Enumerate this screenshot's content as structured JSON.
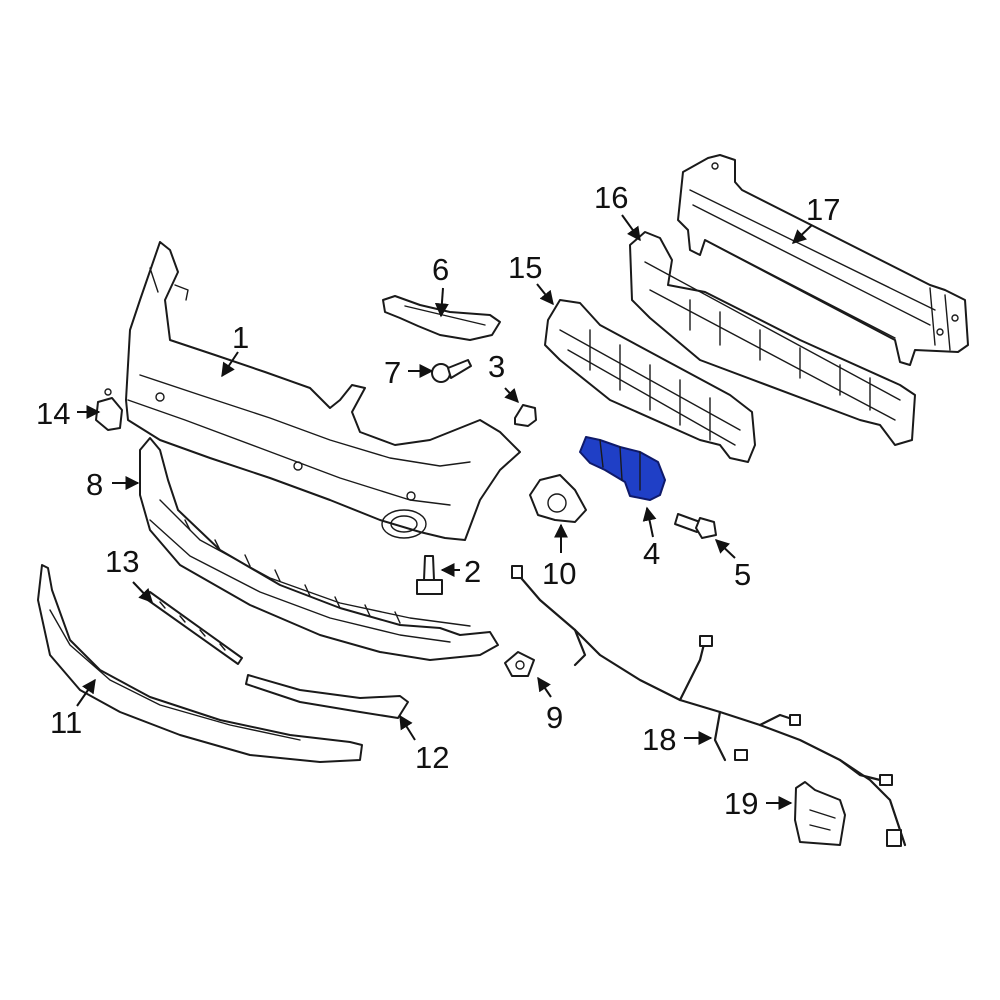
{
  "highlight_color": "#1f3fc6",
  "callouts": {
    "p1": "1",
    "p2": "2",
    "p3": "3",
    "p4": "4",
    "p5": "5",
    "p6": "6",
    "p7": "7",
    "p8": "8",
    "p9": "9",
    "p10": "10",
    "p11": "11",
    "p12": "12",
    "p13": "13",
    "p14": "14",
    "p15": "15",
    "p16": "16",
    "p17": "17",
    "p18": "18",
    "p19": "19"
  }
}
